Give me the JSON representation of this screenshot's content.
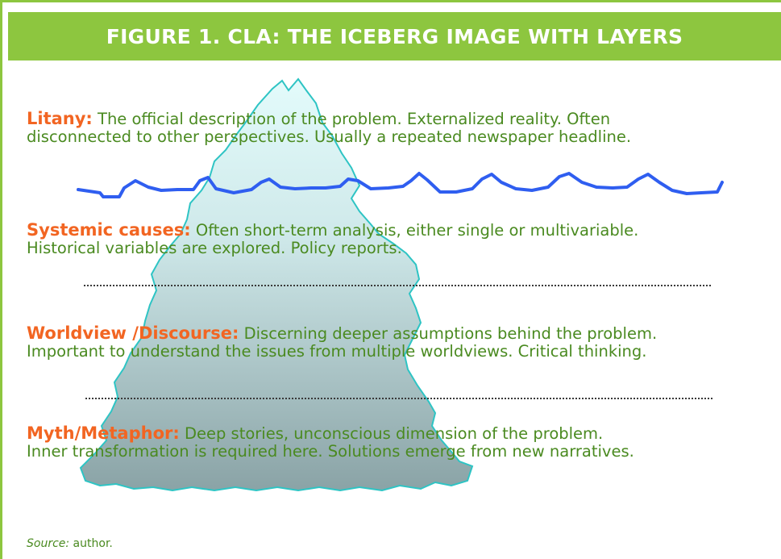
{
  "figure": {
    "title": "FIGURE 1. CLA: THE ICEBERG IMAGE WITH LAYERS",
    "source_label": "Source:",
    "source_text": " author."
  },
  "layers": [
    {
      "name": "Litany:",
      "line1": " The official description of the problem. Externalized reality. Often",
      "line2": "disconnected to other perspectives. Usually a repeated newspaper headline."
    },
    {
      "name": "Systemic causes:",
      "line1": " Often short-term analysis, either single or multivariable.",
      "line2": "Historical  variables are explored.  Policy reports."
    },
    {
      "name": "Worldview /Discourse:",
      "line1": " Discerning deeper assumptions behind the problem.",
      "line2": "Important to understand the issues from multiple worldviews. Critical thinking."
    },
    {
      "name": "Myth/Metaphor:",
      "line1": " Deep stories, unconscious dimension of the problem.",
      "line2": "Inner transformation is required here. Solutions emerge from new narratives."
    }
  ],
  "colors": {
    "frame": "#8dc63f",
    "keyword": "#f26522",
    "body_text": "#4a8a20",
    "waterline": "#2f5ef0",
    "iceberg_outline": "#2ec4c4",
    "iceberg_top": "#e3fbfb",
    "iceberg_bottom": "#8aa3a6"
  }
}
